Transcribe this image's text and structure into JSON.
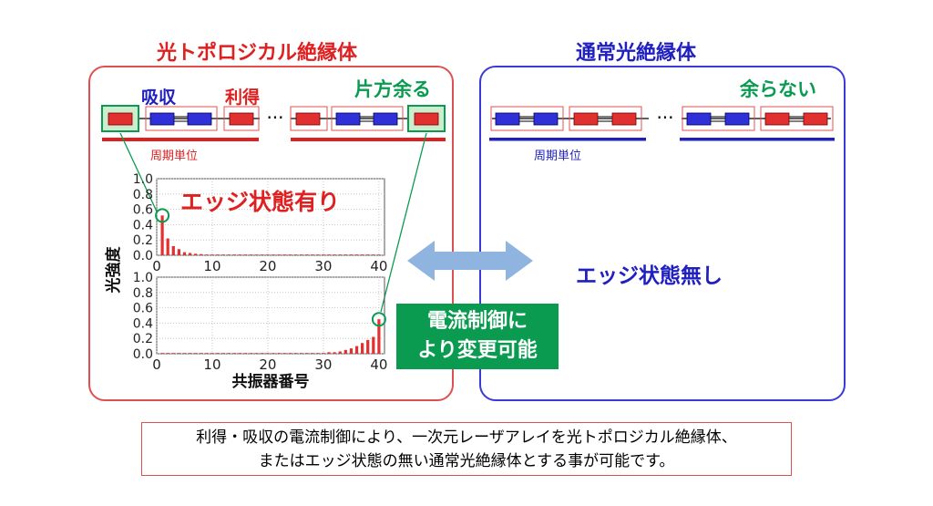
{
  "left_panel": {
    "title": "光トポロジカル絶縁体",
    "absorption_label": "吸収",
    "gain_label": "利得",
    "edge_label": "片方余る",
    "period_label": "周期単位",
    "edge_state_label": "エッジ状態有り"
  },
  "right_panel": {
    "title": "通常光絶縁体",
    "edge_label": "余らない",
    "period_label": "周期単位",
    "edge_state_label": "エッジ状態無し"
  },
  "ellipsis": "···",
  "control_box": {
    "line1": "電流制御に",
    "line2": "より変更可能"
  },
  "caption": {
    "line1": "利得・吸収の電流制御により、一次元レーザアレイを光トポロジカル絶縁体、",
    "line2": "またはエッジ状態の無い通常光絶縁体とする事が可能です。"
  },
  "colors": {
    "gain": "#e03030",
    "absorption": "#3030d8",
    "green": "#0a9b50",
    "arrow": "#8fb4e0"
  },
  "chart_data": [
    {
      "type": "bar",
      "xlabel": "",
      "ylabel": "光強度",
      "xlim": [
        0,
        41
      ],
      "ylim": [
        0,
        1.0
      ],
      "xticks": [
        0,
        10,
        20,
        30,
        40
      ],
      "yticks": [
        0.0,
        0.2,
        0.4,
        0.6,
        0.8,
        1.0
      ],
      "x": [
        1,
        2,
        3,
        4,
        5,
        6,
        7,
        8,
        9,
        10,
        11,
        12,
        13,
        14,
        15,
        16,
        17,
        18,
        19,
        20,
        21,
        22,
        23,
        24,
        25,
        26,
        27,
        28,
        29,
        30,
        31,
        32,
        33,
        34,
        35,
        36,
        37,
        38,
        39,
        40
      ],
      "values": [
        0.52,
        0.22,
        0.12,
        0.08,
        0.04,
        0.03,
        0.02,
        0.015,
        0.01,
        0.01,
        0.01,
        0.01,
        0.01,
        0.01,
        0.01,
        0.01,
        0.01,
        0.01,
        0.01,
        0.01,
        0.01,
        0.01,
        0.01,
        0.01,
        0.01,
        0.01,
        0.01,
        0.01,
        0.01,
        0.01,
        0.01,
        0.01,
        0.01,
        0.01,
        0.01,
        0.01,
        0.01,
        0.01,
        0.01,
        0.01
      ],
      "highlight_x": 1
    },
    {
      "type": "bar",
      "xlabel": "共振器番号",
      "ylabel": "光強度",
      "xlim": [
        0,
        41
      ],
      "ylim": [
        0,
        1.0
      ],
      "xticks": [
        0,
        10,
        20,
        30,
        40
      ],
      "yticks": [
        0.0,
        0.2,
        0.4,
        0.6,
        0.8,
        1.0
      ],
      "x": [
        1,
        2,
        3,
        4,
        5,
        6,
        7,
        8,
        9,
        10,
        11,
        12,
        13,
        14,
        15,
        16,
        17,
        18,
        19,
        20,
        21,
        22,
        23,
        24,
        25,
        26,
        27,
        28,
        29,
        30,
        31,
        32,
        33,
        34,
        35,
        36,
        37,
        38,
        39,
        40
      ],
      "values": [
        0.01,
        0.01,
        0.01,
        0.01,
        0.01,
        0.01,
        0.01,
        0.01,
        0.01,
        0.01,
        0.01,
        0.01,
        0.01,
        0.01,
        0.01,
        0.01,
        0.01,
        0.01,
        0.01,
        0.01,
        0.01,
        0.01,
        0.01,
        0.01,
        0.01,
        0.01,
        0.01,
        0.01,
        0.01,
        0.01,
        0.02,
        0.02,
        0.03,
        0.05,
        0.07,
        0.1,
        0.14,
        0.18,
        0.22,
        0.45
      ],
      "highlight_x": 40
    }
  ]
}
